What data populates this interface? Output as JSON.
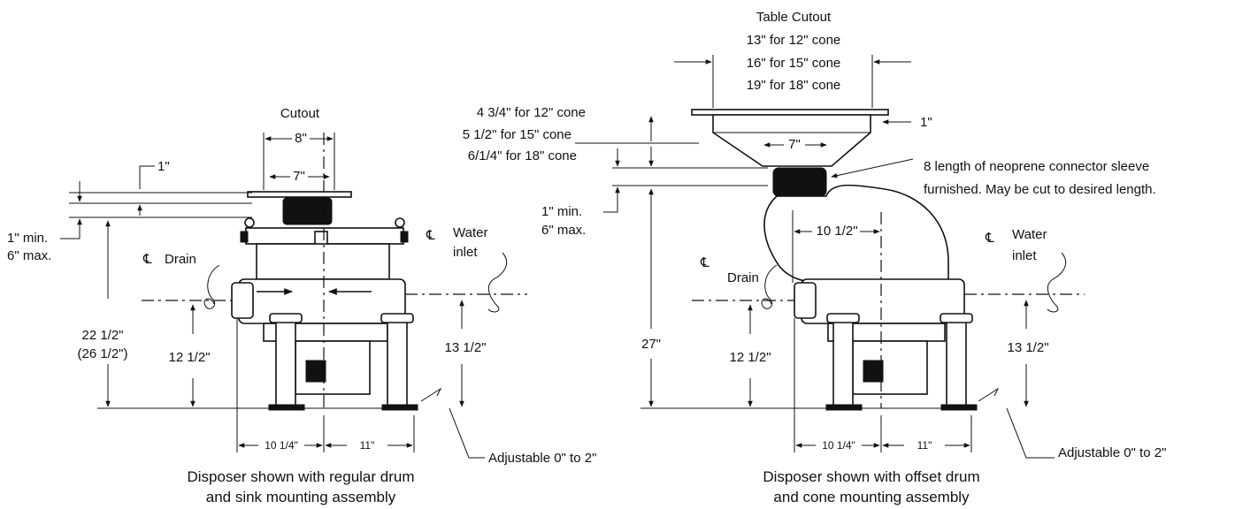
{
  "left": {
    "cutout_title": "Cutout",
    "cutout_width": "8\"",
    "inner_width": "7\"",
    "flange": "1\"",
    "clearance_min": "1\" min.",
    "clearance_max": "6\" max.",
    "drain_symbol": "℄",
    "drain_label": "Drain",
    "water_symbol": "℄",
    "water_line1": "Water",
    "water_line2": "inlet",
    "height_main": "22 1/2\"",
    "height_alt": "(26 1/2\")",
    "drain_height": "12 1/2\"",
    "inlet_height": "13 1/2\"",
    "width_left": "10 1/4\"",
    "width_right": "11\"",
    "adjustable": "Adjustable 0\" to 2\"",
    "caption_line1": "Disposer shown with regular drum",
    "caption_line2": "and sink mounting assembly"
  },
  "right": {
    "table_title": "Table Cutout",
    "cone_opt1": "13\" for 12\" cone",
    "cone_opt2": "16\" for 15\" cone",
    "cone_opt3": "19\" for 18\" cone",
    "depth_opt1": "4 3/4\" for 12\" cone",
    "depth_opt2": "5 1/2\" for 15\" cone",
    "depth_opt3": "6/1/4\" for 18\" cone",
    "flange": "1\"",
    "inner_width": "7\"",
    "sleeve_line1": "8 length of neoprene connector sleeve",
    "sleeve_line2": "furnished. May be cut to desired length.",
    "clearance_min": "1\" min.",
    "clearance_max": "6\" max.",
    "offset": "10 1/2\"",
    "drain_symbol": "℄",
    "drain_label": "Drain",
    "water_symbol": "℄",
    "water_line1": "Water",
    "water_line2": "inlet",
    "height_main": "27\"",
    "drain_height": "12 1/2\"",
    "inlet_height": "13 1/2\"",
    "width_left": "10 1/4\"",
    "width_right": "11\"",
    "adjustable": "Adjustable 0\" to 2\"",
    "caption_line1": "Disposer shown with offset drum",
    "caption_line2": "and cone mounting assembly"
  }
}
